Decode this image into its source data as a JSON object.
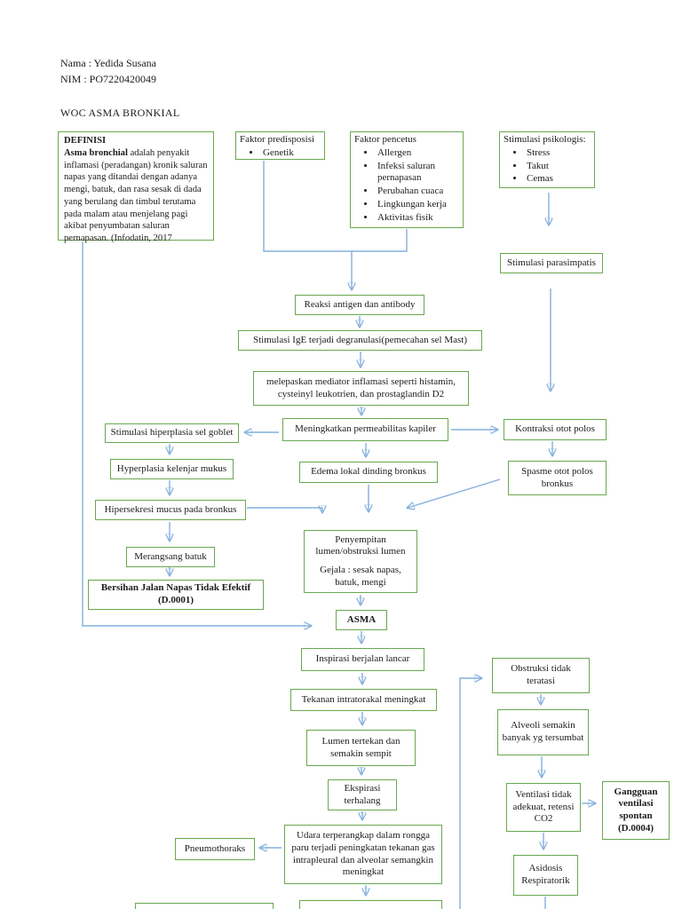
{
  "header": {
    "name_line": "Nama : Yedida Susana",
    "nim_line": "NIM : PO7220420049",
    "title": "WOC ASMA BRONKIAL"
  },
  "colors": {
    "box_border": "#69a84e",
    "arrow_line": "#83afdd",
    "arrow_head": "#3f7cbf",
    "text": "#1c1c1c"
  },
  "definition": {
    "heading": "DEFINISI",
    "term": "Asma bronchial",
    "body": " adalah penyakit inflamasi (peradangan) kronik saluran napas yang ditandai dengan adanya mengi, batuk, dan rasa sesak di dada yang berulang dan timbul terutama pada malam atau menjelang pagi akibat penyumbatan saluran pernapasan. (Infodatin, 2017"
  },
  "factors": {
    "predisposisi": {
      "heading": "Faktor predisposisi",
      "items": [
        "Genetik"
      ]
    },
    "pencetus": {
      "heading": "Faktor pencetus",
      "items": [
        "Allergen",
        "Infeksi saluran pernapasan",
        "Perubahan cuaca",
        "Lingkungan kerja",
        "Aktivitas fisik"
      ]
    },
    "psikologis": {
      "heading": "Stimulasi psikologis:",
      "items": [
        "Stress",
        "Takut",
        "Cemas"
      ]
    }
  },
  "nodes": {
    "stimulasi_parasimpatis": "Stimulasi parasimpatis",
    "reaksi_antigen": "Reaksi antigen dan antibody",
    "stimulasi_ige": "Stimulasi IgE terjadi degranulasi(pemecahan sel Mast)",
    "melepaskan_mediator": "melepaskan mediator inflamasi seperti histamin, cysteinyl leukotrien, dan prostaglandin D2",
    "meningkatkan_permeabilitas": "Meningkatkan permeabilitas kapiler",
    "stimulasi_hiperplasia": "Stimulasi hiperplasia sel goblet",
    "kontraksi_otot": "Kontraksi otot polos",
    "hyperplasia_kelenjar": "Hyperplasia kelenjar mukus",
    "edema_lokal": "Edema lokal dinding bronkus",
    "spasme_otot": "Spasme otot polos bronkus",
    "hipersekresi_mucus": "Hipersekresi mucus pada bronkus",
    "merangsang_batuk": "Merangsang batuk",
    "bersihan_label": "Bersihan Jalan Napas Tidak Efektif",
    "bersihan_code": "(D.0001)",
    "penyempitan_line1": "Penyempitan lumen/obstruksi lumen",
    "penyempitan_line2": "Gejala : sesak napas, batuk, mengi",
    "asma": "ASMA",
    "inspirasi": "Inspirasi berjalan lancar",
    "tekanan_intratorakal": "Tekanan intratorakal meningkat",
    "lumen_tertekan": "Lumen tertekan dan semakin sempit",
    "ekspirasi_terhalang": "Ekspirasi terhalang",
    "udara_terperangkap": "Udara terperangkap dalam rongga paru terjadi peningkatan tekanan gas intrapleural dan alveolar semangkin meningkat",
    "pneumothoraks": "Pneumothoraks",
    "obstruksi": "Obstruksi tidak teratasi",
    "alveoli": "Alveoli semakin banyak yg tersumbat",
    "ventilasi": "Ventilasi tidak adekuat, retensi CO2",
    "gangguan_label": "Gangguan ventilasi spontan",
    "gangguan_code": "(D.0004)",
    "asidosis": "Asidosis Respiratorik"
  }
}
